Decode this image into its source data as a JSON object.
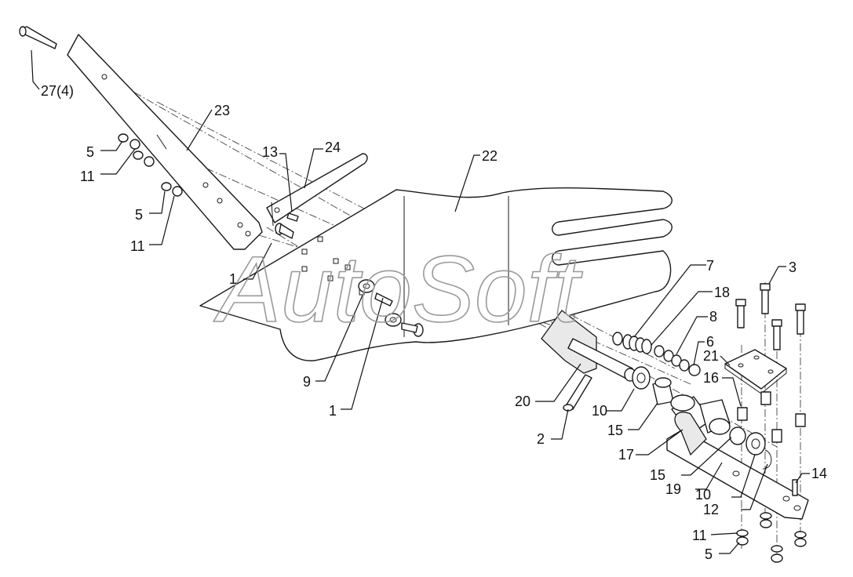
{
  "watermark": "AutoSoft",
  "callouts": [
    {
      "id": "lbl-27-4",
      "text": "27(4)"
    },
    {
      "id": "lbl-23",
      "text": "23"
    },
    {
      "id": "lbl-5-a",
      "text": "5"
    },
    {
      "id": "lbl-11-a",
      "text": "11"
    },
    {
      "id": "lbl-5-b",
      "text": "5"
    },
    {
      "id": "lbl-11-b",
      "text": "11"
    },
    {
      "id": "lbl-13",
      "text": "13"
    },
    {
      "id": "lbl-24",
      "text": "24"
    },
    {
      "id": "lbl-22",
      "text": "22"
    },
    {
      "id": "lbl-1-a",
      "text": "1"
    },
    {
      "id": "lbl-9",
      "text": "9"
    },
    {
      "id": "lbl-1-b",
      "text": "1"
    },
    {
      "id": "lbl-7",
      "text": "7"
    },
    {
      "id": "lbl-18",
      "text": "18"
    },
    {
      "id": "lbl-8",
      "text": "8"
    },
    {
      "id": "lbl-6",
      "text": "6"
    },
    {
      "id": "lbl-3",
      "text": "3"
    },
    {
      "id": "lbl-21",
      "text": "21"
    },
    {
      "id": "lbl-16",
      "text": "16"
    },
    {
      "id": "lbl-20",
      "text": "20"
    },
    {
      "id": "lbl-10-a",
      "text": "10"
    },
    {
      "id": "lbl-15-a",
      "text": "15"
    },
    {
      "id": "lbl-2",
      "text": "2"
    },
    {
      "id": "lbl-17",
      "text": "17"
    },
    {
      "id": "lbl-15-b",
      "text": "15"
    },
    {
      "id": "lbl-19",
      "text": "19"
    },
    {
      "id": "lbl-10-b",
      "text": "10"
    },
    {
      "id": "lbl-12",
      "text": "12"
    },
    {
      "id": "lbl-14",
      "text": "14"
    },
    {
      "id": "lbl-11-c",
      "text": "11"
    },
    {
      "id": "lbl-5-c",
      "text": "5"
    }
  ]
}
